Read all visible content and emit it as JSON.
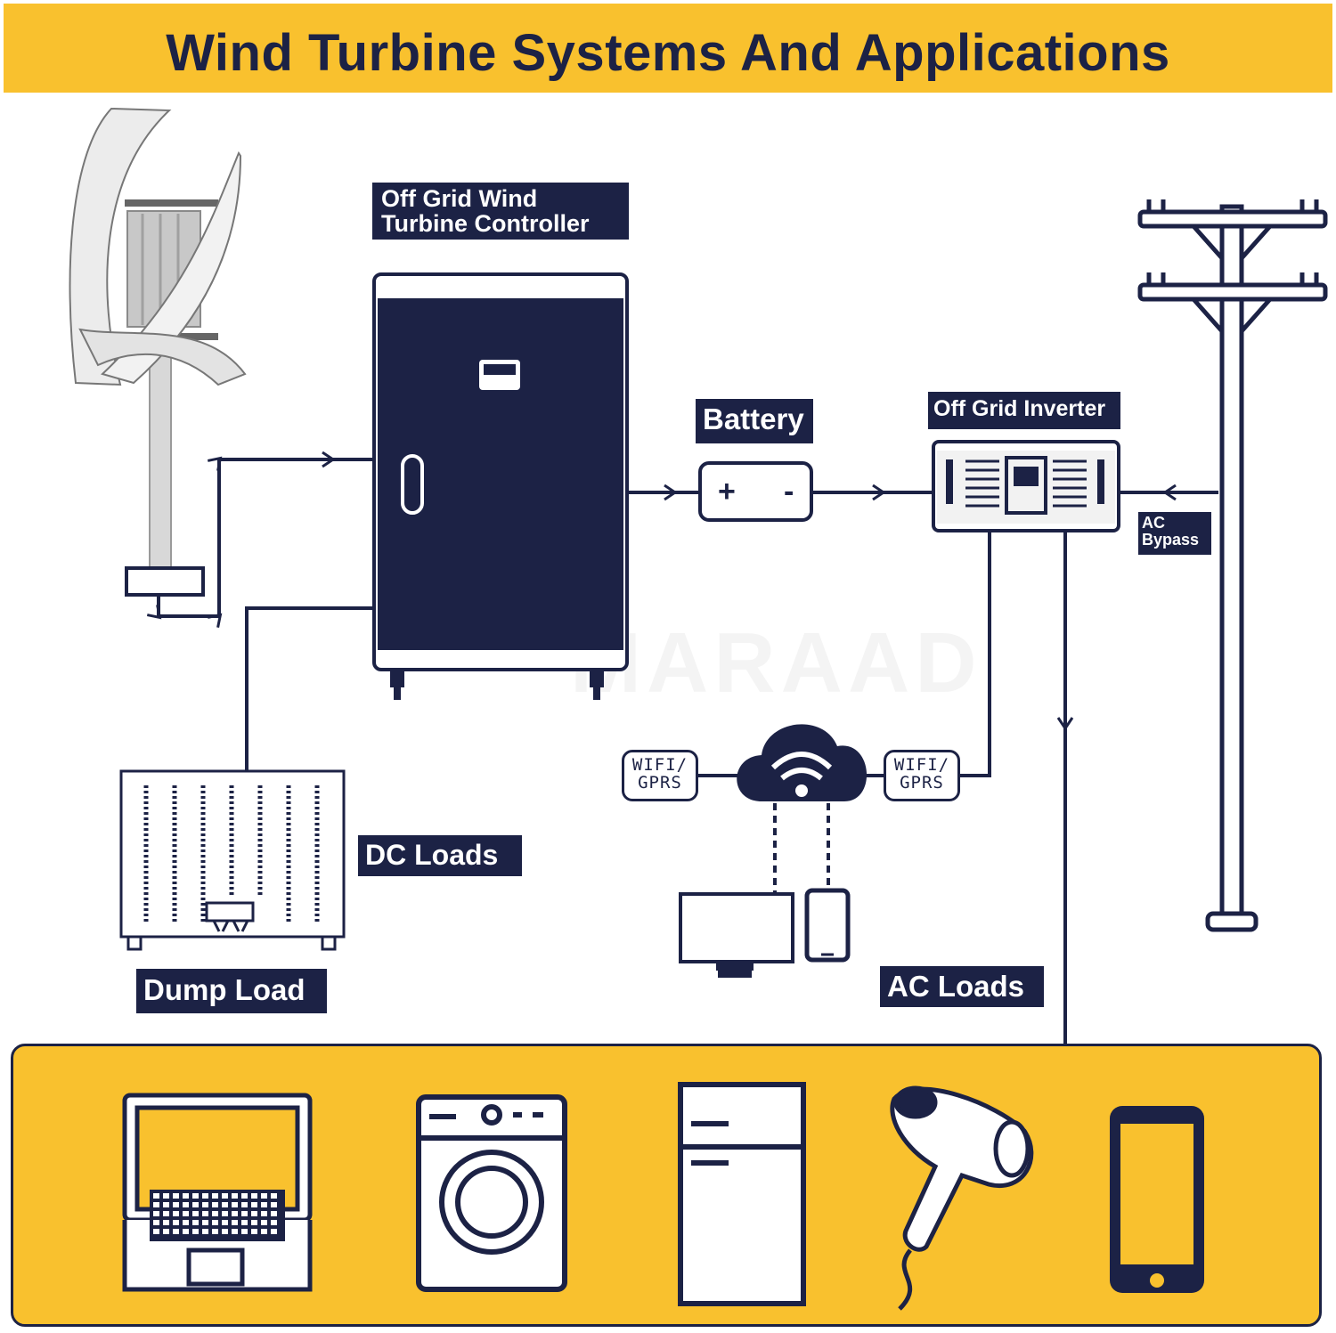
{
  "header": {
    "title": "Wind Turbine Systems And Applications"
  },
  "labels": {
    "controller": [
      "Off Grid Wind",
      "Turbine Controller"
    ],
    "battery": "Battery",
    "inverter": "Off Grid Inverter",
    "ac_bypass": [
      "AC",
      "Bypass"
    ],
    "dc_loads": "DC Loads",
    "dump_load": "Dump Load",
    "ac_loads": "AC Loads",
    "battery_plus": "+",
    "battery_minus": "-"
  },
  "wifi_badges": [
    {
      "line1": "WIFI/",
      "line2": "GPRS"
    },
    {
      "line1": "WIFI/",
      "line2": "GPRS"
    }
  ],
  "watermark": "MARAAD",
  "appliances": [
    "laptop-icon",
    "washing-machine-icon",
    "refrigerator-icon",
    "hair-dryer-icon",
    "smartphone-icon"
  ],
  "colors": {
    "navy": "#1c2245",
    "yellow": "#f9c12e",
    "white": "#ffffff"
  }
}
